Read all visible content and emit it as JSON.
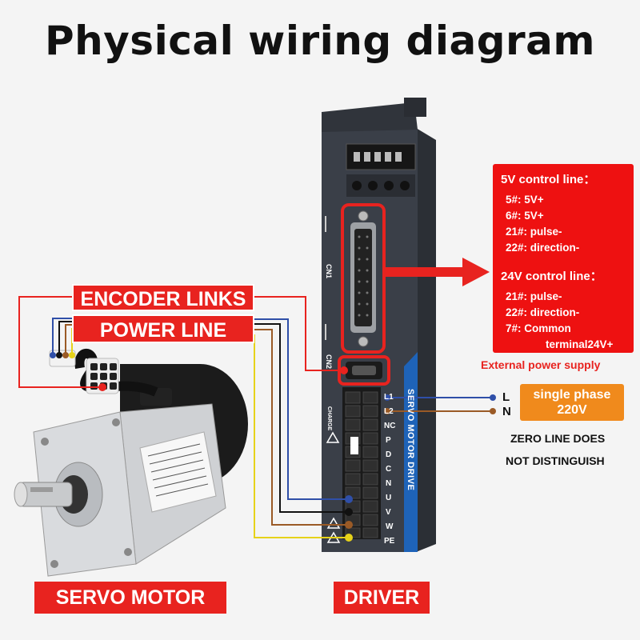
{
  "title": "Physical wiring diagram",
  "labels": {
    "encoder": "ENCODER LINKS",
    "power": "POWER LINE",
    "motor": "SERVO MOTOR",
    "driver": "DRIVER"
  },
  "control_box": {
    "heading_5v": "5V control line：",
    "rows_5v": [
      "5#:  5V+",
      "6#:  5V+",
      "21#:  pulse-",
      "22#:  direction-"
    ],
    "heading_24v": "24V control line：",
    "rows_24v": [
      "21#:  pulse-",
      "22#:  direction-",
      "7#:  Common"
    ],
    "last_row": "terminal24V+"
  },
  "external_power": "External power supply",
  "phase": {
    "line1": "single phase",
    "line2": "220V"
  },
  "ln": {
    "l": "L",
    "n": "N"
  },
  "zero_note": {
    "line1": "ZERO LINE DOES",
    "line2": "NOT DISTINGUISH"
  },
  "driver_text": {
    "cn1": "CN1",
    "cn2": "CN2",
    "charge": "CHARGE",
    "brand": "SERVO MOTOR DRIVE",
    "terminals": [
      "L1",
      "L2",
      "NC",
      "P",
      "D",
      "C",
      "N",
      "U",
      "V",
      "W",
      "PE"
    ]
  },
  "colors": {
    "red": "#e8231f",
    "orange": "#f08a1c",
    "blue_wire": "#2f4fa8",
    "brown_wire": "#9a5a26",
    "yellow_wire": "#e6d21a",
    "black_wire": "#111111",
    "driver_body": "#3a3f48",
    "driver_blue": "#1e63b8"
  }
}
